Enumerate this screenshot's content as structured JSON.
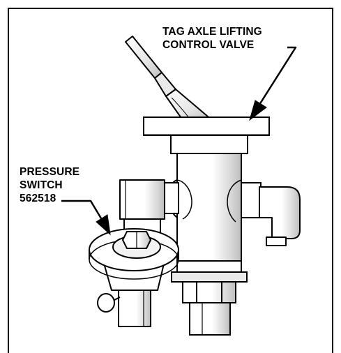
{
  "figure": {
    "labels": {
      "valve_line1": "TAG AXLE LIFTING",
      "valve_line2": "CONTROL VALVE",
      "switch_line1": "PRESSURE",
      "switch_line2": "SWITCH",
      "switch_line3": "562518"
    },
    "colors": {
      "ink": "#000000",
      "paper": "#ffffff",
      "metal_shade": "#d9d9d9",
      "metal_dark": "#bdbdbd"
    }
  }
}
